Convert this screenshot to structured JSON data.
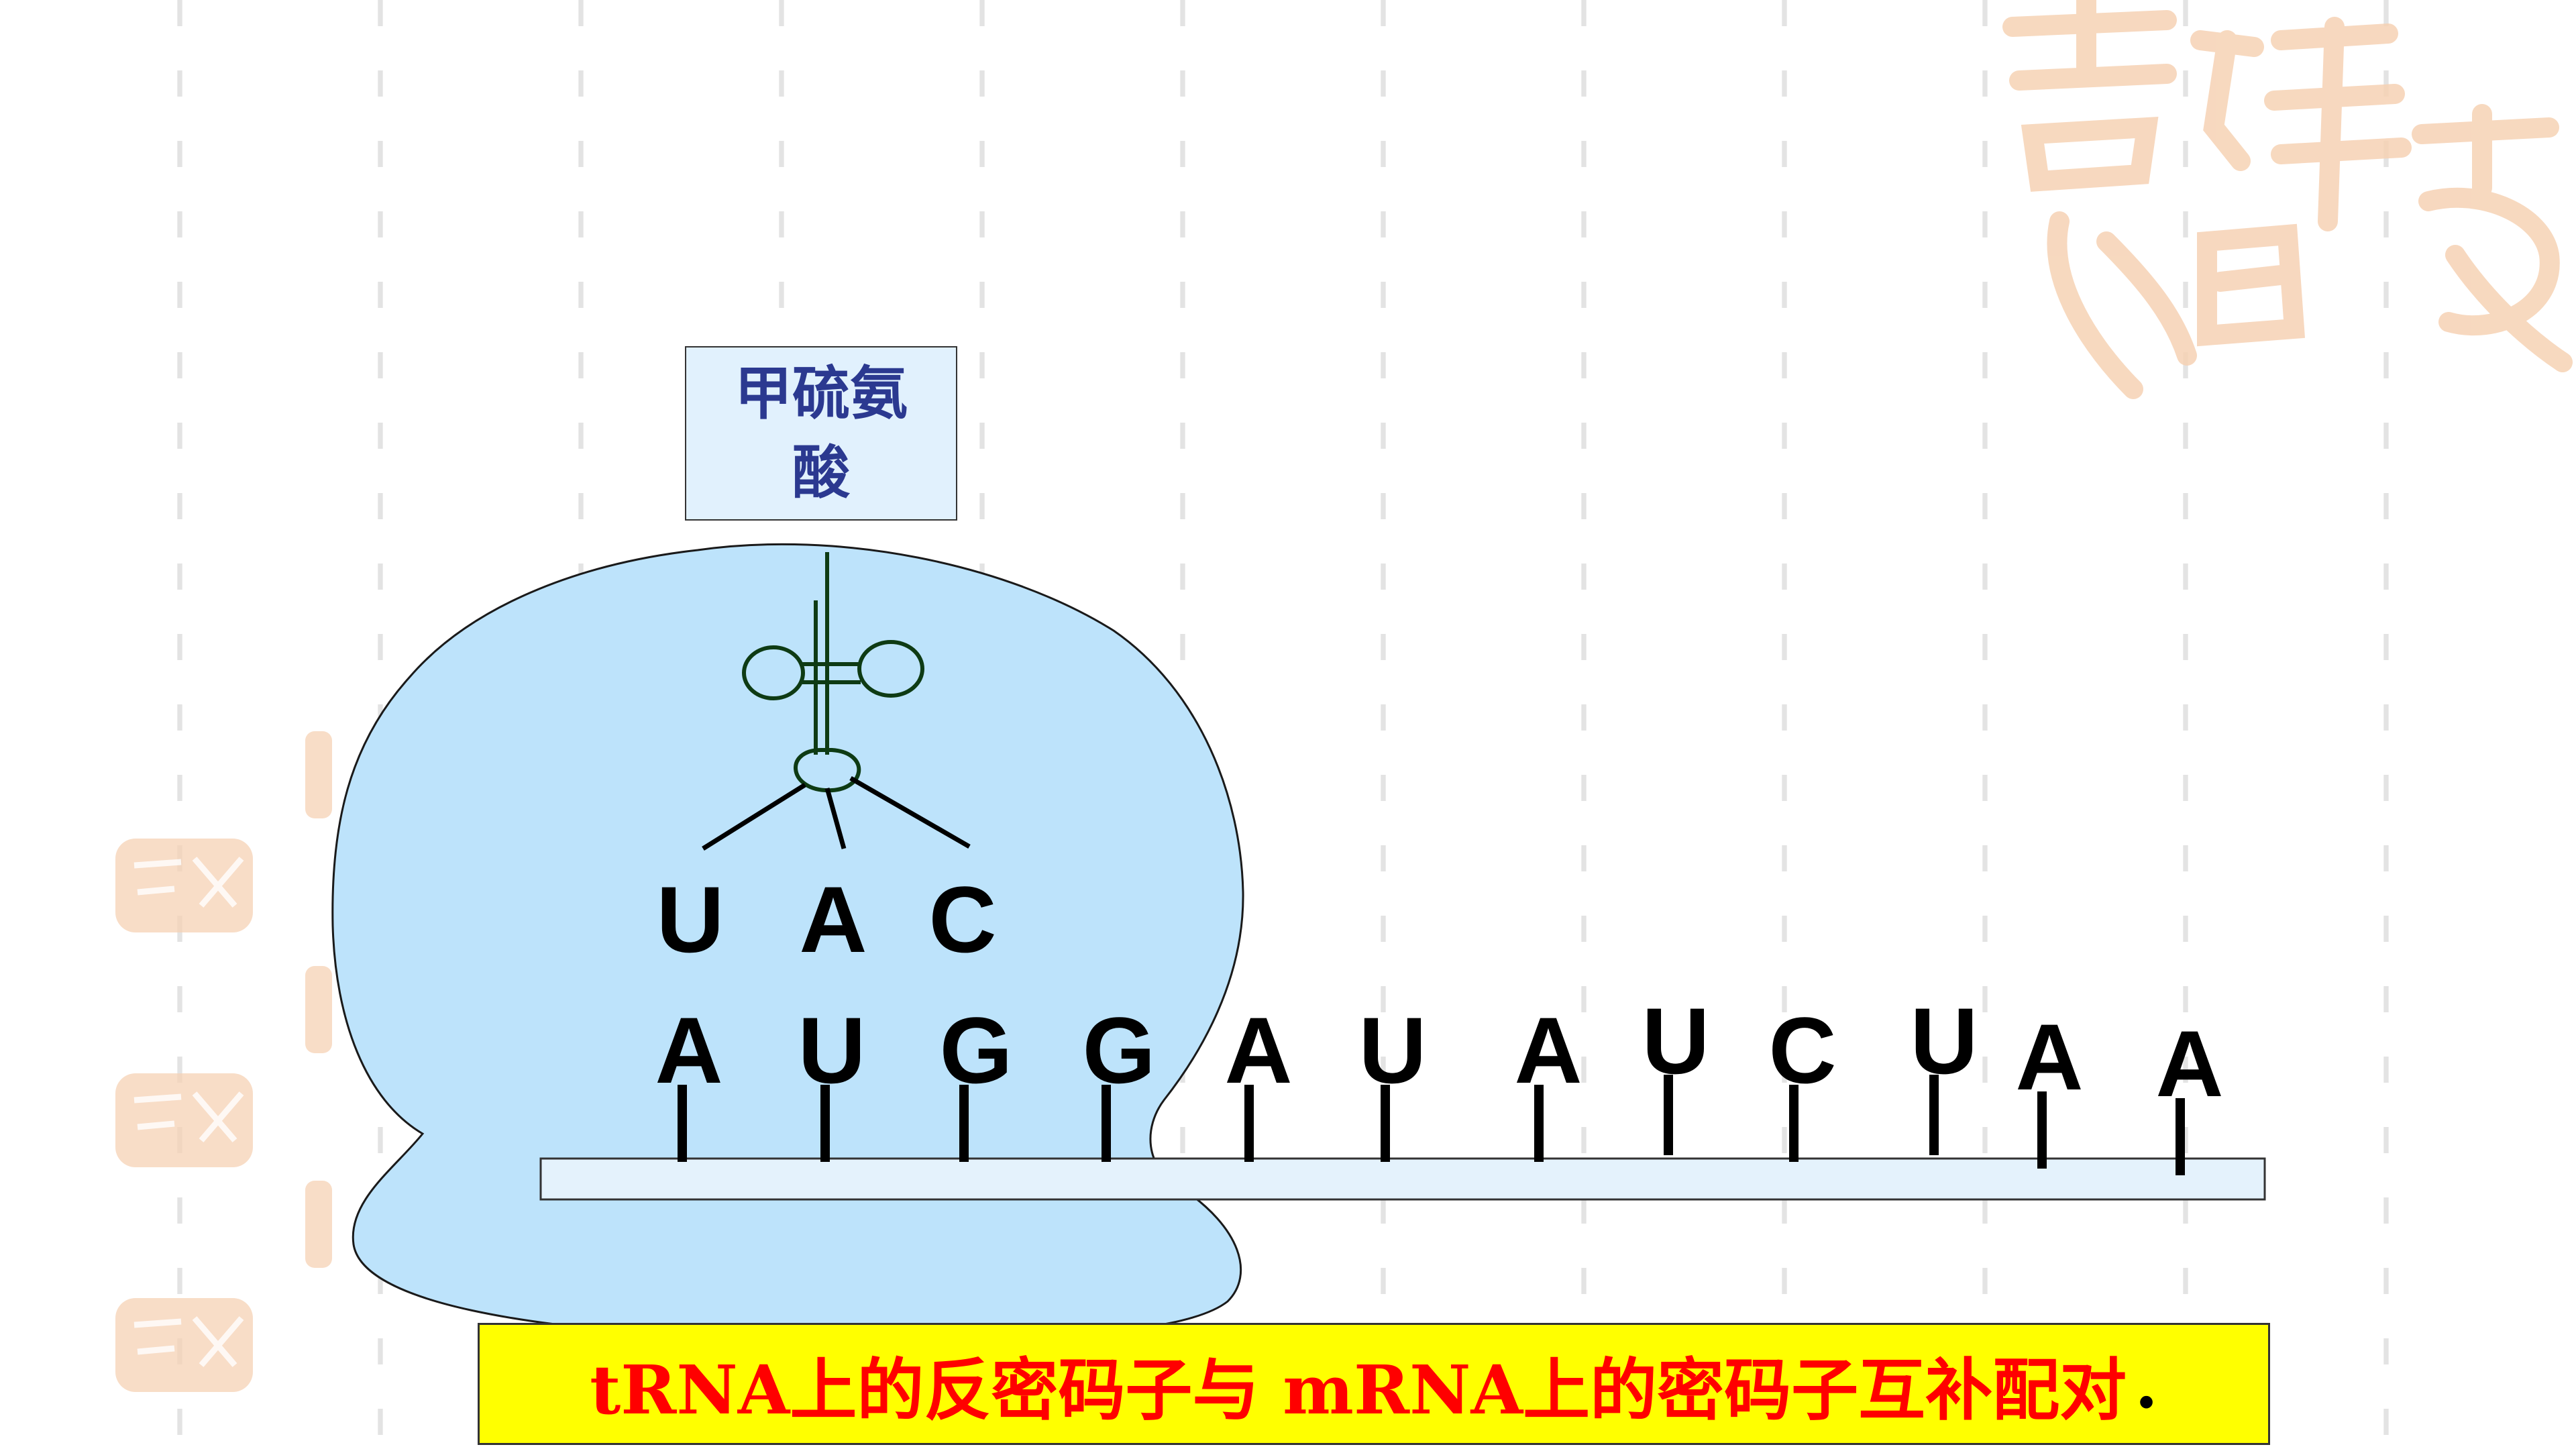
{
  "amino_acid_label": "甲硫氨酸",
  "anticodon": [
    "U",
    "A",
    "C"
  ],
  "mrna_bases": [
    "A",
    "U",
    "G",
    "G",
    "A",
    "U",
    "A",
    "U",
    "C",
    "U",
    "A",
    "A"
  ],
  "caption": {
    "text": "tRNA上的反密码子与 mRNA上的密码子互补配对",
    "end_mark": "."
  },
  "colors": {
    "ribosome": "#bde3fb",
    "mrna_strand": "#e4f2fc",
    "trna": "#0e3b14",
    "caption_bg": "#ffff00",
    "caption_text": "#ff0000",
    "label_text": "#2b3990",
    "watermark": "#f6d2b4"
  },
  "decorations": {
    "watermark_seal": "吉祥如意"
  }
}
